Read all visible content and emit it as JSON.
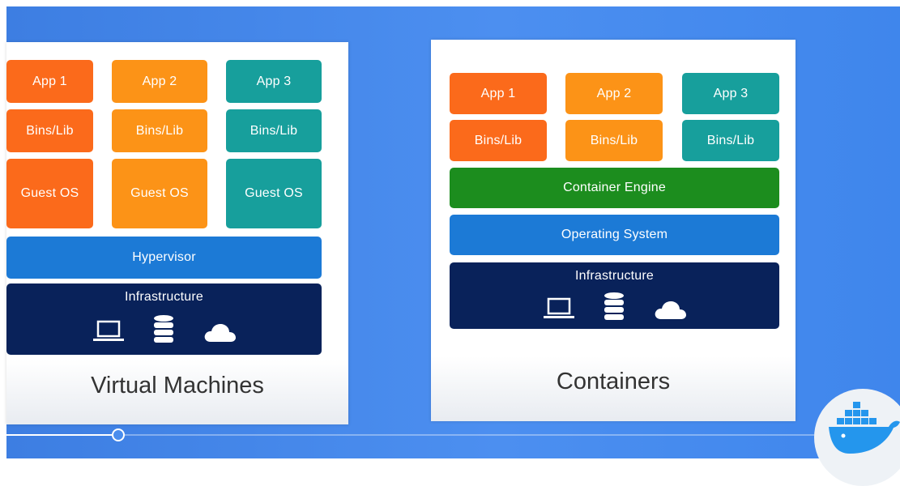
{
  "virtual_machines": {
    "caption": "Virtual Machines",
    "apps": [
      {
        "app": "App 1",
        "bins": "Bins/Lib",
        "os": "Guest OS"
      },
      {
        "app": "App 2",
        "bins": "Bins/Lib",
        "os": "Guest OS"
      },
      {
        "app": "App 3",
        "bins": "Bins/Lib",
        "os": "Guest OS"
      }
    ],
    "hypervisor": "Hypervisor",
    "infrastructure": "Infrastructure"
  },
  "containers": {
    "caption": "Containers",
    "apps": [
      {
        "app": "App 1",
        "bins": "Bins/Lib"
      },
      {
        "app": "App 2",
        "bins": "Bins/Lib"
      },
      {
        "app": "App 3",
        "bins": "Bins/Lib"
      }
    ],
    "container_engine": "Container Engine",
    "operating_system": "Operating System",
    "infrastructure": "Infrastructure"
  },
  "infrastructure_icons": [
    "laptop-icon",
    "database-icon",
    "cloud-icon"
  ],
  "colors": {
    "app1": "#fb6a1b",
    "app2": "#fc9317",
    "app3": "#179f9c",
    "hypervisor_os": "#1c7ad6",
    "container_engine": "#1c8d1e",
    "infrastructure": "#09225a",
    "slide_background": "#4589ea"
  },
  "video_player": {
    "progress_fraction": 0.138
  }
}
